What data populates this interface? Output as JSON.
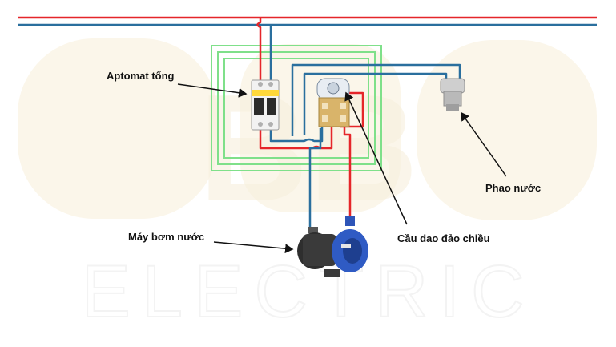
{
  "labels": {
    "aptomat": "Aptomat tổng",
    "phao": "Phao nước",
    "may_bom": "Máy bơm nước",
    "cau_dao": "Cầu dao đảo chiều"
  },
  "watermark": {
    "text": "ELECTRIC",
    "logo_letters": "BB"
  },
  "colors": {
    "live_wire": "#e5262a",
    "neutral_wire": "#2a6f9e",
    "box_outline": "#7fe08a",
    "watermark": "#fbf6ea"
  }
}
